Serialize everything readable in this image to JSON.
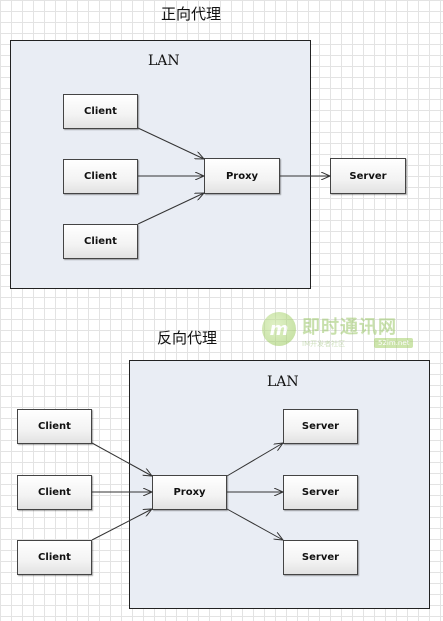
{
  "forward_proxy": {
    "title": "正向代理",
    "lan_label": "LAN",
    "clients": [
      "Client",
      "Client",
      "Client"
    ],
    "proxy": "Proxy",
    "server": "Server"
  },
  "reverse_proxy": {
    "title": "反向代理",
    "lan_label": "LAN",
    "clients": [
      "Client",
      "Client",
      "Client"
    ],
    "proxy": "Proxy",
    "servers": [
      "Server",
      "Server",
      "Server"
    ]
  },
  "watermark": {
    "logo_letter": "m",
    "name": "即时通讯网",
    "subtitle": "IM开发者社区",
    "url": "52im.net"
  },
  "colors": {
    "lan_fill": "#e9edf4",
    "node_border": "#444444",
    "arrow": "#333333"
  }
}
